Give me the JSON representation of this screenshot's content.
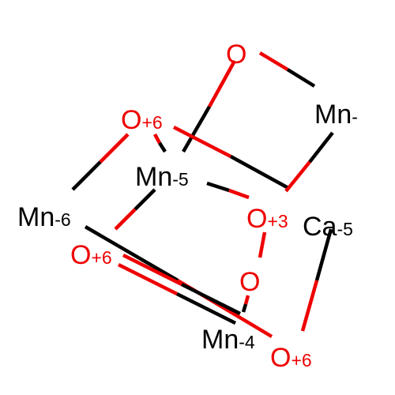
{
  "colors": {
    "carbon_like": "#000000",
    "oxygen": "#ee0000",
    "background": "#ffffff"
  },
  "atoms": [
    {
      "id": "o-top",
      "element": "O",
      "charge": "",
      "color": "#ee0000"
    },
    {
      "id": "mn-right",
      "element": "Mn",
      "charge": "-",
      "color": "#000000"
    },
    {
      "id": "o-upper-left",
      "element": "O",
      "charge": "+6",
      "color": "#ee0000"
    },
    {
      "id": "mn-center",
      "element": "Mn",
      "charge": "-5",
      "color": "#000000"
    },
    {
      "id": "mn-left",
      "element": "Mn",
      "charge": "-6",
      "color": "#000000"
    },
    {
      "id": "o-center",
      "element": "O",
      "charge": "+3",
      "color": "#ee0000"
    },
    {
      "id": "ca",
      "element": "Ca",
      "charge": "-5",
      "color": "#000000"
    },
    {
      "id": "o-lower-left",
      "element": "O",
      "charge": "+6",
      "color": "#ee0000"
    },
    {
      "id": "o-lower-mid",
      "element": "O",
      "charge": "",
      "color": "#ee0000"
    },
    {
      "id": "mn-bottom",
      "element": "Mn",
      "charge": "-4",
      "color": "#000000"
    },
    {
      "id": "o-bottom-right",
      "element": "O",
      "charge": "+6",
      "color": "#ee0000"
    }
  ],
  "bonds": [
    {
      "from": "o-top",
      "to": "mn-right",
      "order": 1
    },
    {
      "from": "o-top",
      "to": "mn-center",
      "order": 1
    },
    {
      "from": "o-upper-left",
      "to": "mn-left",
      "order": 1
    },
    {
      "from": "o-upper-left",
      "to": "mn-center",
      "order": 1
    },
    {
      "from": "o-upper-left",
      "to": "ca",
      "order": 1
    },
    {
      "from": "mn-right",
      "to": "ca",
      "order": 1
    },
    {
      "from": "mn-center",
      "to": "o-center",
      "order": 1
    },
    {
      "from": "mn-center",
      "to": "o-lower-left",
      "order": 1
    },
    {
      "from": "mn-left",
      "to": "o-bottom-right",
      "order": 1
    },
    {
      "from": "o-lower-left",
      "to": "mn-bottom",
      "order": 2
    },
    {
      "from": "o-center",
      "to": "o-lower-mid",
      "order": 1
    },
    {
      "from": "o-lower-mid",
      "to": "mn-bottom",
      "order": 1
    },
    {
      "from": "ca",
      "to": "o-bottom-right",
      "order": 1
    }
  ]
}
